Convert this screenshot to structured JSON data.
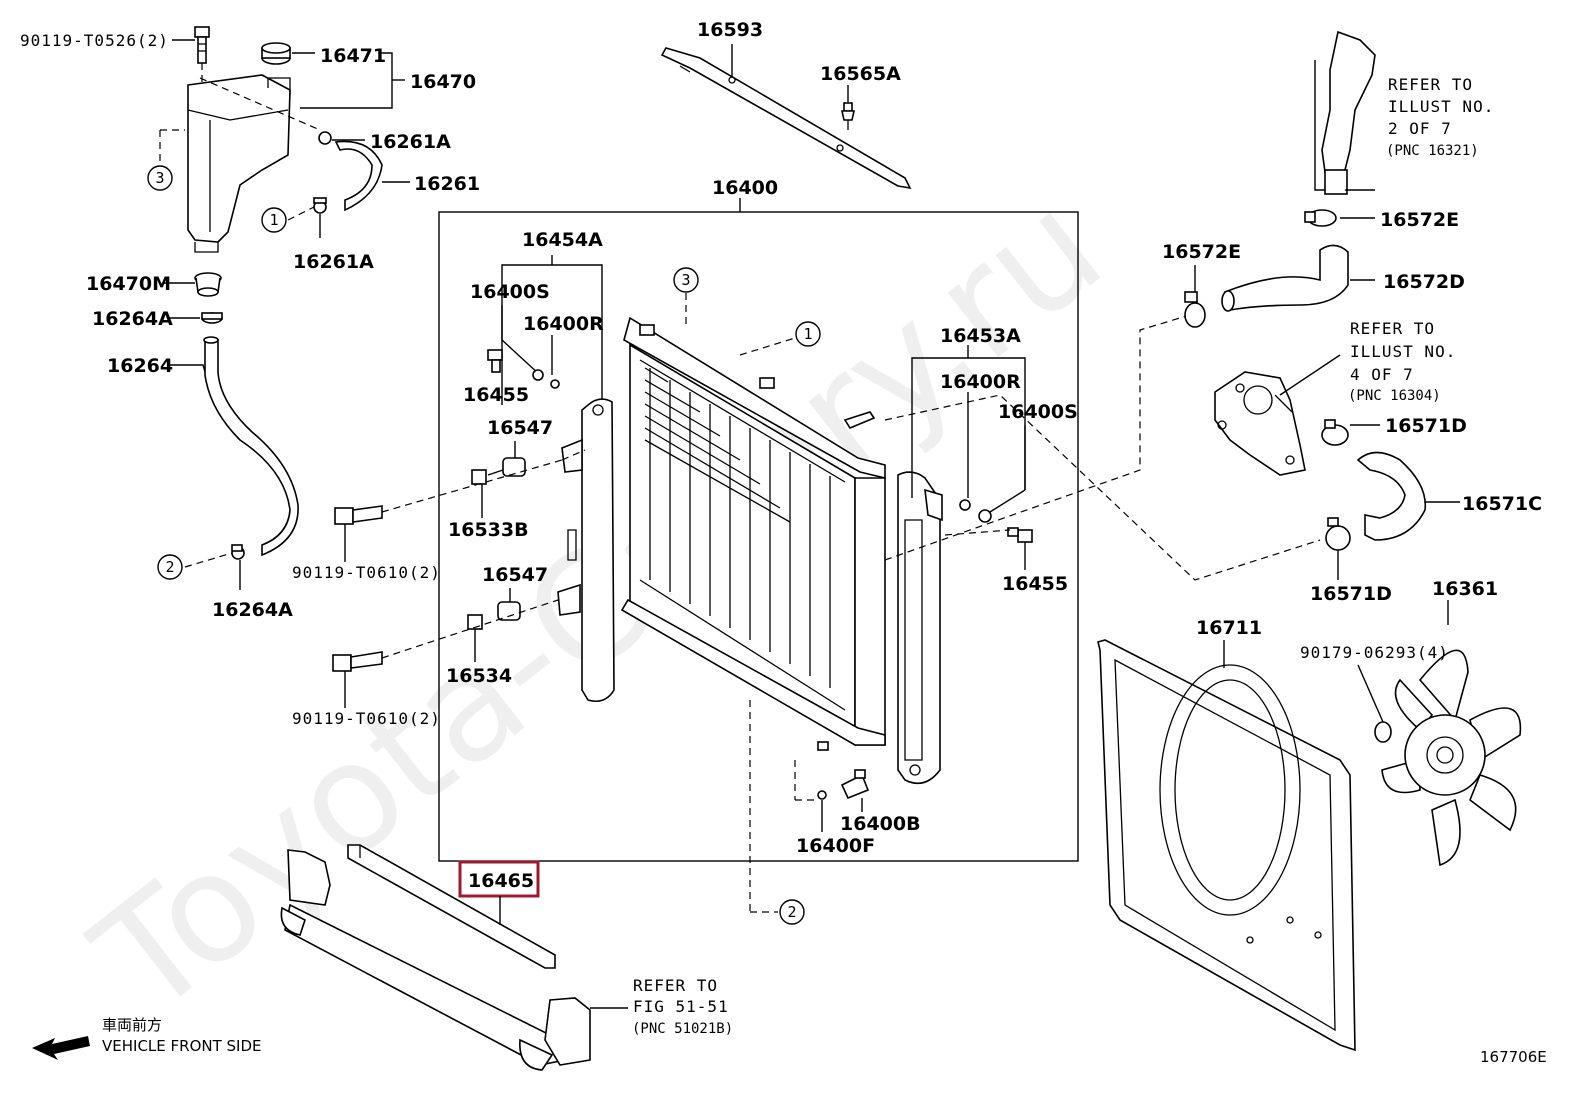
{
  "watermark": "Toyota-Camry.ru",
  "labels": {
    "p90119_t0526": "90119-T0526(2)",
    "p16471": "16471",
    "p16470": "16470",
    "p16261a_top": "16261A",
    "p16261": "16261",
    "p16261a_bot": "16261A",
    "p16470m": "16470M",
    "p16264a_top": "16264A",
    "p16264": "16264",
    "p16264a_bot": "16264A",
    "p16593": "16593",
    "p16565a": "16565A",
    "p16400": "16400",
    "p16454a": "16454A",
    "p16400s_l": "16400S",
    "p16400r_l": "16400R",
    "p16455_l": "16455",
    "p16547_a": "16547",
    "p16533b": "16533B",
    "p90119_t0610_a": "90119-T0610(2)",
    "p16547_b": "16547",
    "p16534": "16534",
    "p90119_t0610_b": "90119-T0610(2)",
    "p16453a": "16453A",
    "p16400r_r": "16400R",
    "p16400s_r": "16400S",
    "p16455_r": "16455",
    "p16400b": "16400B",
    "p16400f": "16400F",
    "p16465": "16465",
    "p16572e_r": "16572E",
    "p16572e_l": "16572E",
    "p16572d": "16572D",
    "p16571d_a": "16571D",
    "p16571c": "16571C",
    "p16571d_b": "16571D",
    "p16711": "16711",
    "p16361": "16361",
    "p90179_06293": "90179-06293(4)"
  },
  "callouts": {
    "c1": "1",
    "c2": "2",
    "c3": "3"
  },
  "references": {
    "ref_top": [
      "REFER TO",
      "ILLUST NO.",
      "2 OF 7",
      "(PNC 16321)"
    ],
    "ref_mid": [
      "REFER TO",
      "ILLUST NO.",
      "4 OF 7",
      "(PNC 16304)"
    ],
    "ref_bot": [
      "REFER TO",
      "FIG 51-51",
      "(PNC 51021B)"
    ]
  },
  "orientation": {
    "japanese": "車両前方",
    "english": "VEHICLE FRONT SIDE"
  },
  "figure_id": "167706E",
  "highlighted_part": "16465",
  "highlight_color": "#9b1b30"
}
